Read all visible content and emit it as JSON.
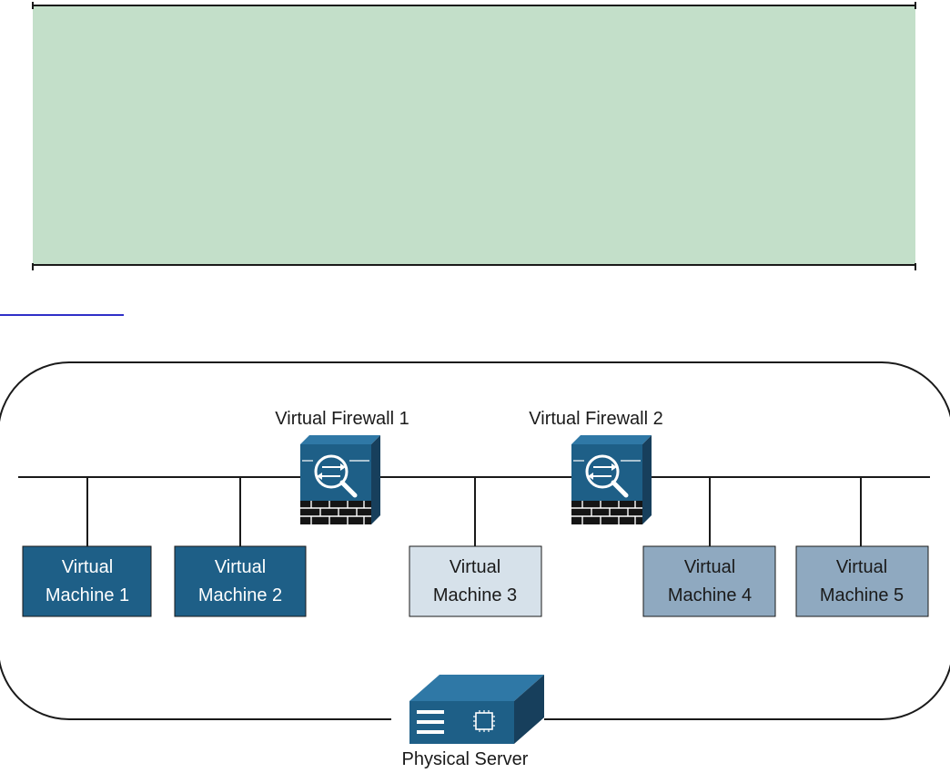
{
  "firewalls": [
    {
      "label": "Virtual Firewall 1"
    },
    {
      "label": "Virtual Firewall 2"
    }
  ],
  "machines": [
    {
      "line1": "Virtual",
      "line2": "Machine 1",
      "fill": "#1e5f87",
      "text_color": "#ffffff"
    },
    {
      "line1": "Virtual",
      "line2": "Machine 2",
      "fill": "#1e5f87",
      "text_color": "#ffffff"
    },
    {
      "line1": "Virtual",
      "line2": "Machine 3",
      "fill": "#d6e1ea",
      "text_color": "#1a1a1a"
    },
    {
      "line1": "Virtual",
      "line2": "Machine 4",
      "fill": "#8fa9c0",
      "text_color": "#1a1a1a"
    },
    {
      "line1": "Virtual",
      "line2": "Machine 5",
      "fill": "#8fa9c0",
      "text_color": "#1a1a1a"
    }
  ],
  "server": {
    "label": "Physical Server"
  },
  "colors": {
    "top_box": "#c3dfc9",
    "firewall_front": "#1e5f87",
    "firewall_side": "#173f5c",
    "firewall_top": "#2f78a6",
    "network_line": "#1a1a1a"
  }
}
